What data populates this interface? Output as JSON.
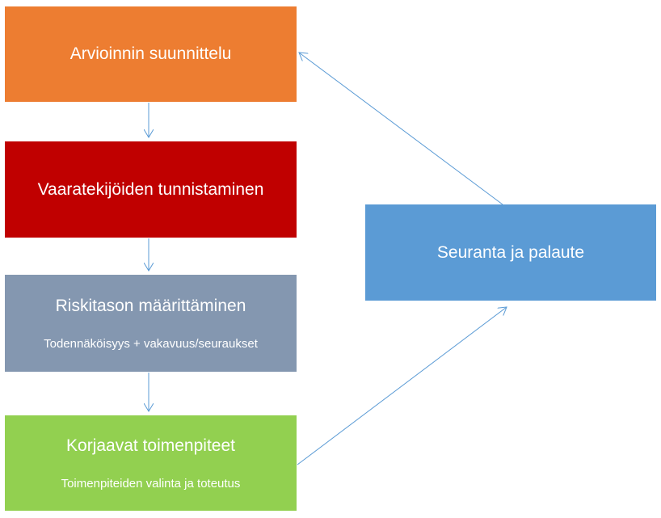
{
  "diagram": {
    "steps": [
      {
        "title": "Arvioinnin suunnittelu"
      },
      {
        "title": "Vaaratekijöiden tunnistaminen"
      },
      {
        "title": "Riskitason määrittäminen",
        "subtitle": "Todennäköisyys + vakavuus/seuraukset"
      },
      {
        "title": "Korjaavat toimenpiteet",
        "subtitle": "Toimenpiteiden valinta ja toteutus"
      }
    ],
    "feedback": {
      "title": "Seuranta ja palaute"
    },
    "colors": {
      "step1": "#ED7D31",
      "step2": "#C00000",
      "step3": "#8497B0",
      "step4": "#92D050",
      "feedback": "#5B9BD5",
      "arrow": "#5B9BD5"
    }
  }
}
